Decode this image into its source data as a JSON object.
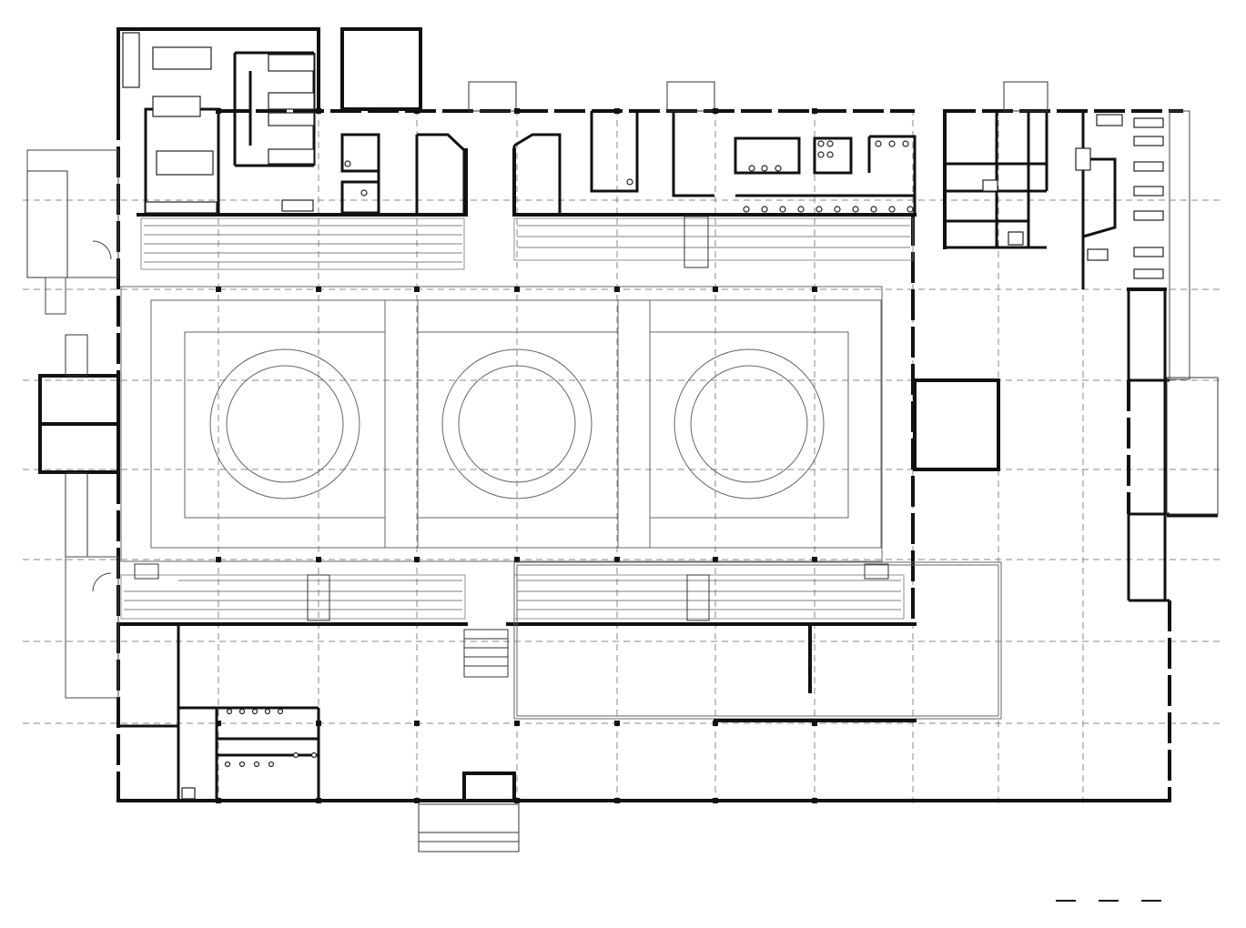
{
  "drawing": {
    "kind": "architectural floor plan",
    "colors": {
      "wall": "#111111",
      "grid": "#888888",
      "court": "#666666",
      "background": "#ffffff"
    },
    "courts": [
      {
        "id": "court-1"
      },
      {
        "id": "court-2"
      },
      {
        "id": "court-3"
      }
    ],
    "scale_bar": {
      "segments": 3
    }
  }
}
